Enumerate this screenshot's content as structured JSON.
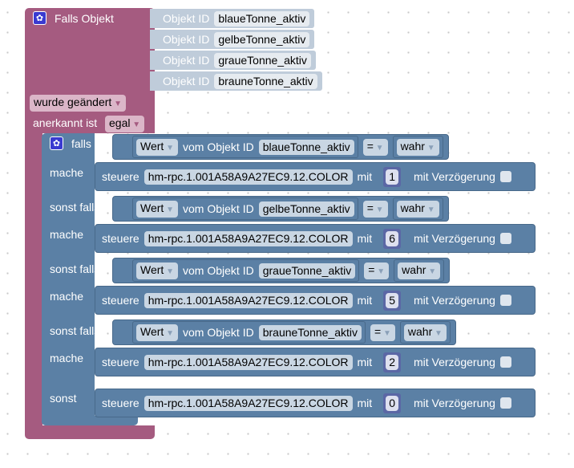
{
  "event": {
    "title": "Falls Objekt",
    "gear": "gear-icon",
    "object_label": "Objekt ID",
    "objects": [
      "blaueTonne_aktiv",
      "gelbeTonne_aktiv",
      "graueTonne_aktiv",
      "brauneTonne_aktiv"
    ],
    "trigger": "wurde geändert",
    "ack_label": "anerkannt ist",
    "ack_value": "egal"
  },
  "ifblock": {
    "labels": {
      "if": "falls",
      "do": "mache",
      "elseif": "sonst falls",
      "else": "sonst"
    },
    "cond": {
      "value_label": "Wert",
      "of_label": "vom Objekt ID",
      "op": "=",
      "rhs": "wahr"
    },
    "stmt": {
      "label": "steuere",
      "target": "hm-rpc.1.001A58A9A27EC9.12.COLOR",
      "with": "mit",
      "delay": "mit Verzögerung"
    },
    "branches": [
      {
        "object": "blaueTonne_aktiv",
        "value": "1"
      },
      {
        "object": "gelbeTonne_aktiv",
        "value": "6"
      },
      {
        "object": "graueTonne_aktiv",
        "value": "5"
      },
      {
        "object": "brauneTonne_aktiv",
        "value": "2"
      }
    ],
    "else_value": "0"
  },
  "colors": {
    "event": "#a55b80",
    "logic": "#5b80a5"
  }
}
